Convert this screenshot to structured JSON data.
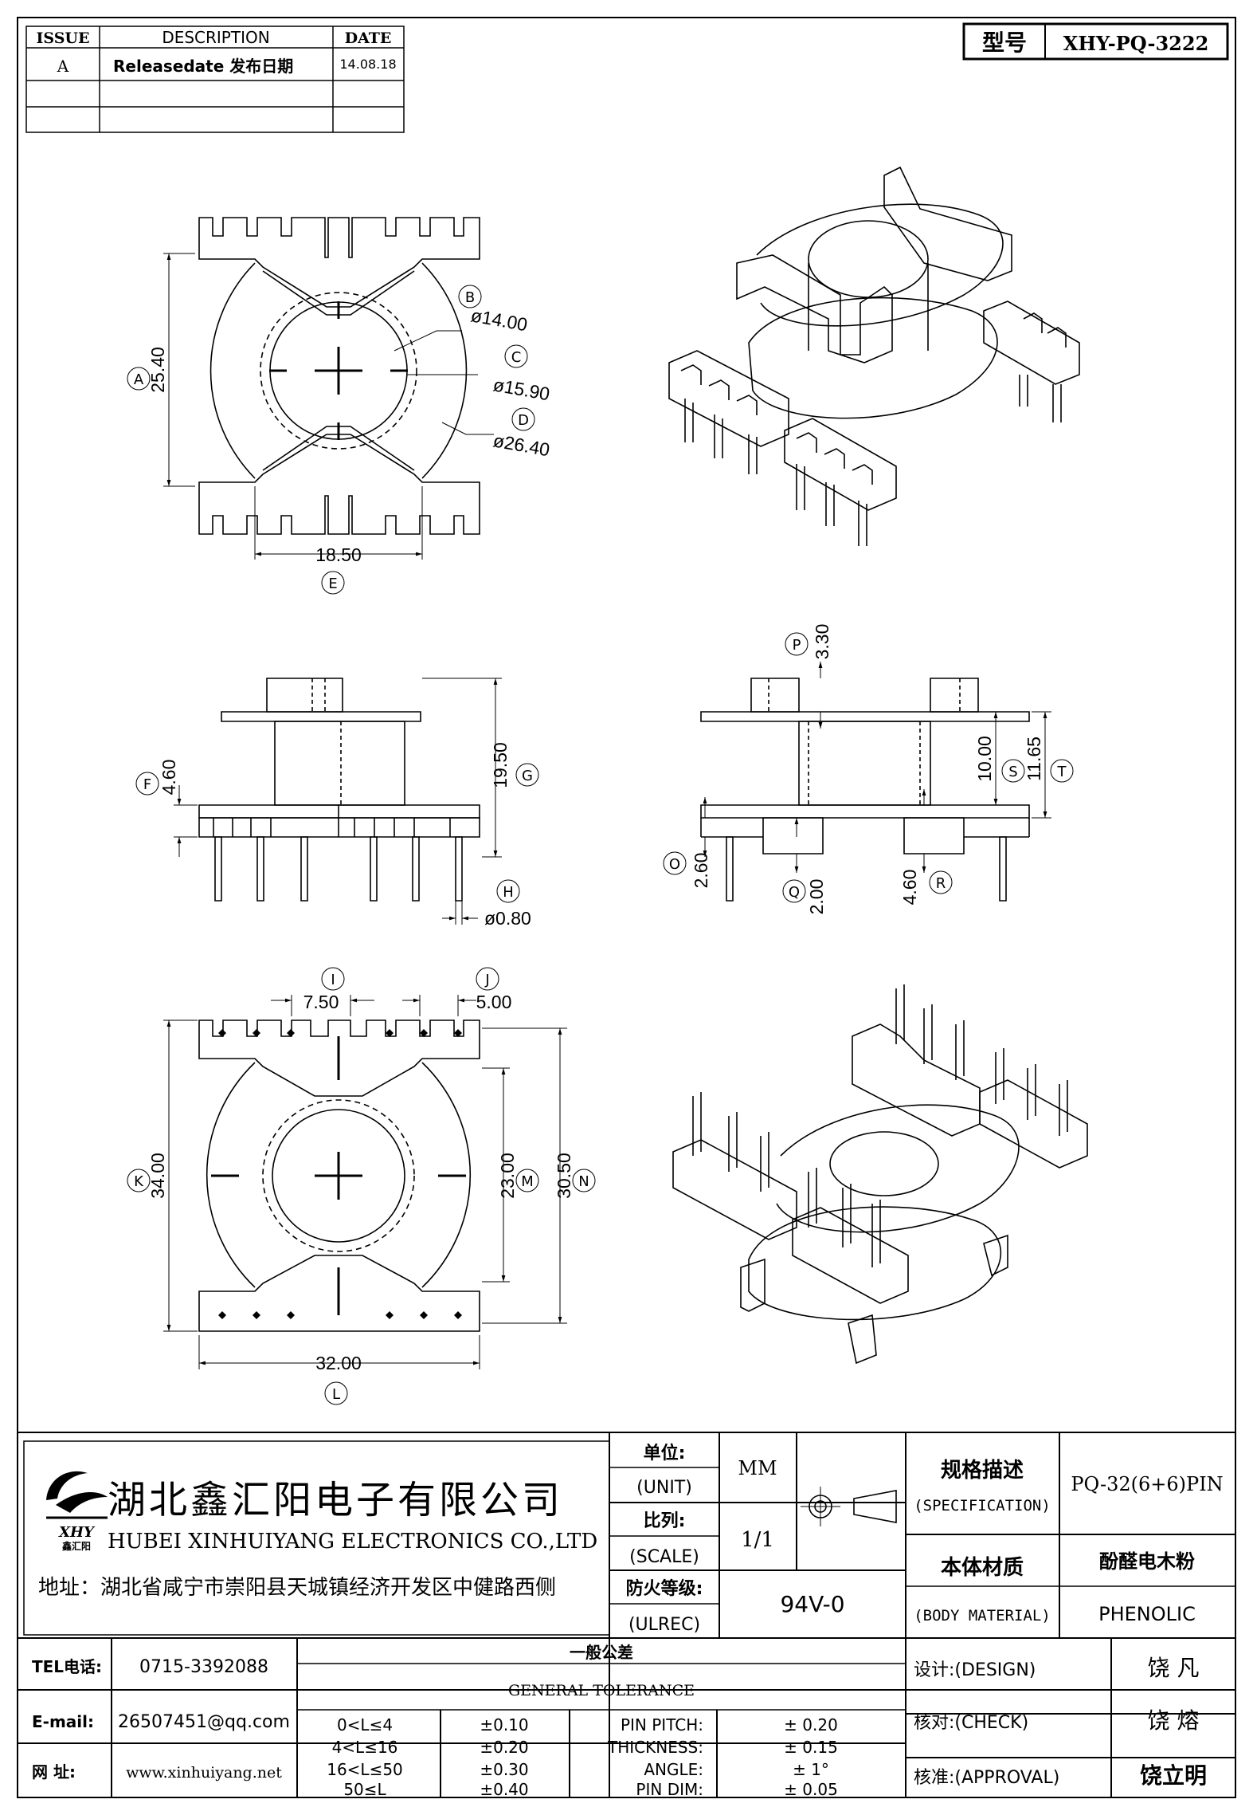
{
  "revision_table": {
    "headers": [
      "ISSUE",
      "DESCRIPTION",
      "DATE"
    ],
    "rows": [
      {
        "issue": "A",
        "description": "Releasedate 发布日期",
        "date": "14.08.18"
      },
      {
        "issue": "",
        "description": "",
        "date": ""
      },
      {
        "issue": "",
        "description": "",
        "date": ""
      }
    ]
  },
  "model": {
    "label": "型号",
    "value": "XHY-PQ-3222"
  },
  "top_view": {
    "dim_a": "25.40",
    "dim_e": "18.50",
    "dim_b": "ø14.00",
    "dim_c": "ø15.90",
    "dim_d": "ø26.40",
    "tag_a": "A",
    "tag_b": "B",
    "tag_c": "C",
    "tag_d": "D",
    "tag_e": "E"
  },
  "front_view": {
    "dim_f": "4.60",
    "dim_g": "19.50",
    "dim_h": "ø0.80",
    "tag_f": "F",
    "tag_g": "G",
    "tag_h": "H"
  },
  "side_view": {
    "dim_p": "3.30",
    "dim_s": "10.00",
    "dim_t": "11.65",
    "dim_o": "2.60",
    "dim_q": "2.00",
    "dim_r": "4.60",
    "tag_p": "P",
    "tag_s": "S",
    "tag_t": "T",
    "tag_o": "O",
    "tag_q": "Q",
    "tag_r": "R"
  },
  "bottom_view": {
    "dim_i": "7.50",
    "dim_j": "5.00",
    "dim_k": "34.00",
    "dim_m": "23.00",
    "dim_n": "30.50",
    "dim_l": "32.00",
    "tag_i": "I",
    "tag_j": "J",
    "tag_k": "K",
    "tag_m": "M",
    "tag_n": "N",
    "tag_l": "L"
  },
  "company": {
    "name_cn": "湖北鑫汇阳电子有限公司",
    "name_en": "HUBEI XINHUIYANG ELECTRONICS CO.,LTD",
    "address": "地址：湖北省咸宁市崇阳县天城镇经济开发区中健路西侧",
    "logo_text": "XHY",
    "logo_sub": "鑫汇阳"
  },
  "title_block": {
    "unit_label_cn": "单位:",
    "unit_label_en": "(UNIT)",
    "unit_value": "MM",
    "scale_label_cn": "比列:",
    "scale_label_en": "(SCALE)",
    "scale_value": "1/1",
    "fire_label_cn": "防火等级:",
    "fire_label_en": "(ULREC)",
    "fire_value": "94V-0",
    "spec_label_cn": "规格描述",
    "spec_label_en": "(SPECIFICATION)",
    "spec_value": "PQ-32(6+6)PIN",
    "material_label_cn": "本体材质",
    "material_label_en": "(BODY MATERIAL)",
    "material_value_cn": "酚醛电木粉",
    "material_value_en": "PHENOLIC"
  },
  "contact": {
    "tel_label": "TEL电话:",
    "tel": "0715-3392088",
    "email_label": "E-mail:",
    "email": "26507451@qq.com",
    "web_label": "网  址:",
    "web": "www.xinhuiyang.net"
  },
  "tolerance": {
    "title_cn": "一般公差",
    "title_en": "GENERAL TOLERANCE",
    "ranges": [
      {
        "range": "0<L≤4",
        "tol": "±0.10"
      },
      {
        "range": "4<L≤16",
        "tol": "±0.20"
      },
      {
        "range": "16<L≤50",
        "tol": "±0.30"
      },
      {
        "range": "50≤L",
        "tol": "±0.40"
      }
    ],
    "specials": [
      {
        "label": "PIN PITCH:",
        "value": "±  0.20"
      },
      {
        "label": "THICKNESS:",
        "value": "±  0.15"
      },
      {
        "label": "ANGLE:",
        "value": "±  1°"
      },
      {
        "label": "PIN DIM:",
        "value": "±  0.05"
      }
    ]
  },
  "approvals": [
    {
      "label": "设计:(DESIGN)",
      "name": "饶  凡"
    },
    {
      "label": "核对:(CHECK)",
      "name": "饶  熔"
    },
    {
      "label": "核准:(APPROVAL)",
      "name": "饶立明"
    }
  ]
}
